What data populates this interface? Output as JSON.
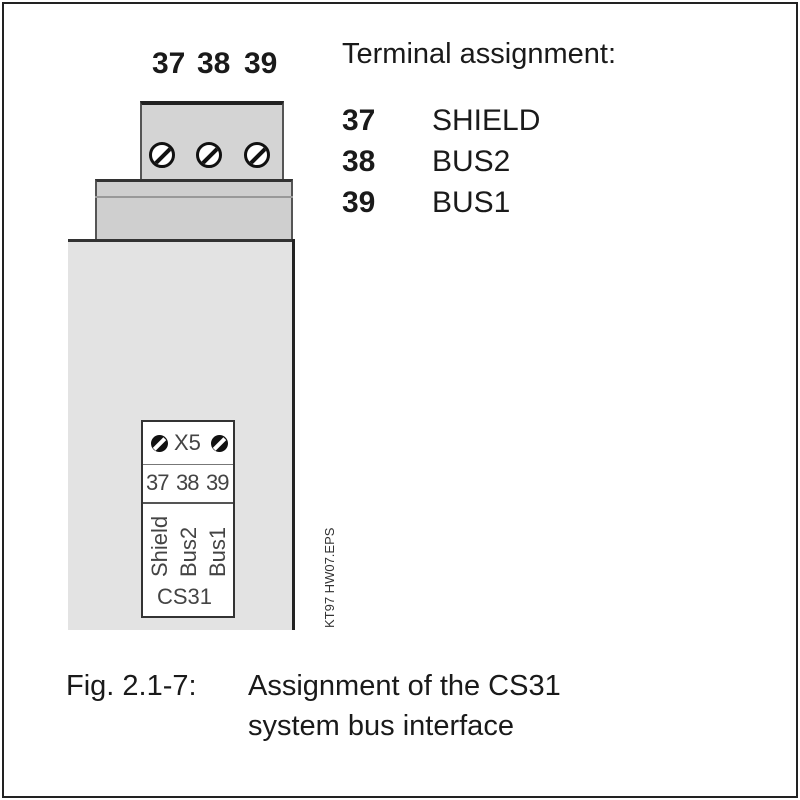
{
  "top_terminals": [
    "37",
    "38",
    "39"
  ],
  "assignment": {
    "title": "Terminal assignment:",
    "rows": [
      {
        "num": "37",
        "label": "SHIELD"
      },
      {
        "num": "38",
        "label": "BUS2"
      },
      {
        "num": "39",
        "label": "BUS1"
      }
    ]
  },
  "device_label": {
    "connector": "X5",
    "terminals": [
      "37",
      "38",
      "39"
    ],
    "signals": [
      "Shield",
      "Bus2",
      "Bus1"
    ],
    "module": "CS31"
  },
  "file_ref": "KT97 HW07.EPS",
  "caption": {
    "fig": "Fig. 2.1-7:",
    "line1": "Assignment of the CS31",
    "line2": "system bus interface"
  }
}
